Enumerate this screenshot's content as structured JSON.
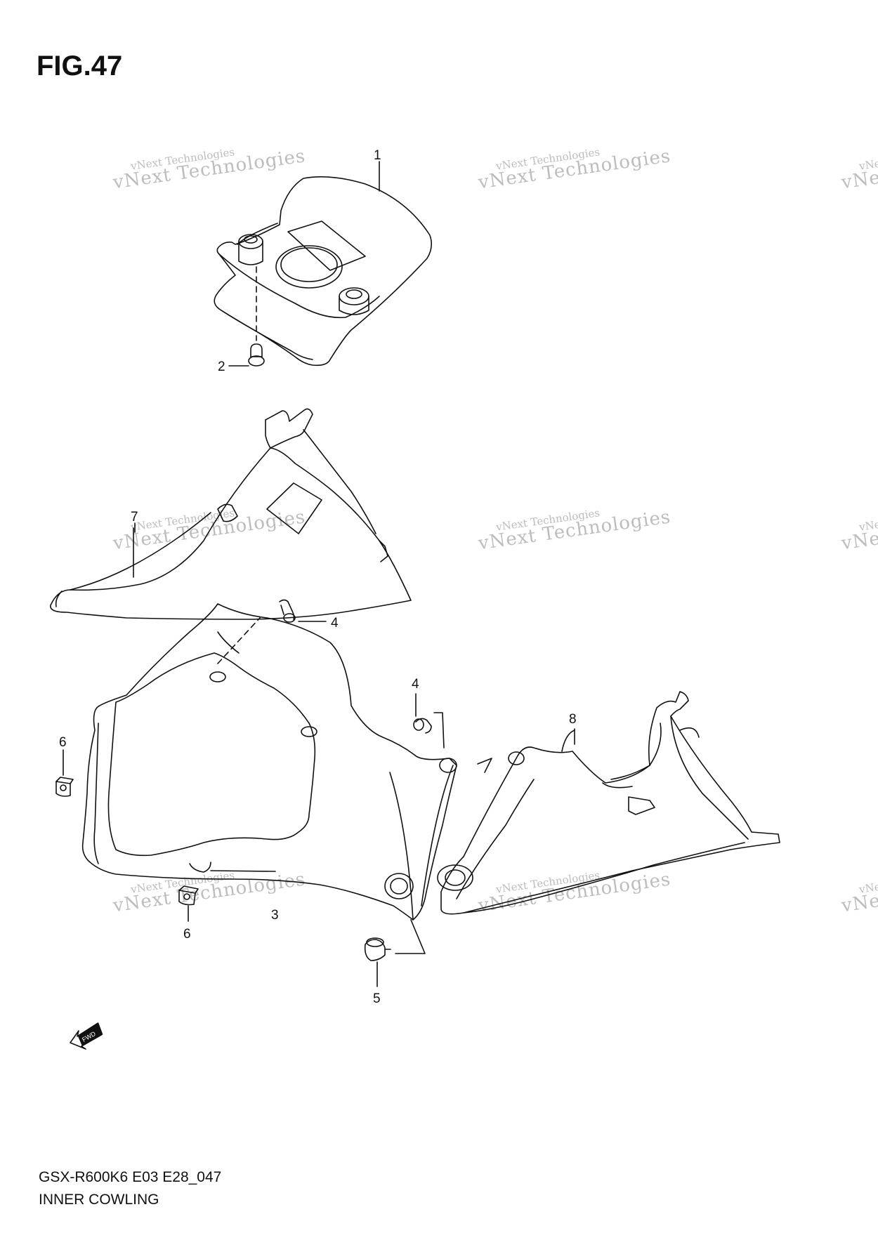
{
  "figure": {
    "title": "FIG.47",
    "code": "GSX-R600K6 E03 E28_047",
    "name": "INNER COWLING"
  },
  "watermark": {
    "line1": "vNext Technologies",
    "line2": "vNext Technologies",
    "color": "#bdbdbd"
  },
  "callouts": [
    {
      "id": "c1",
      "label": "1"
    },
    {
      "id": "c2",
      "label": "2"
    },
    {
      "id": "c3",
      "label": "3"
    },
    {
      "id": "c4a",
      "label": "4"
    },
    {
      "id": "c4b",
      "label": "4"
    },
    {
      "id": "c5",
      "label": "5"
    },
    {
      "id": "c6a",
      "label": "6"
    },
    {
      "id": "c6b",
      "label": "6"
    },
    {
      "id": "c7",
      "label": "7"
    },
    {
      "id": "c8",
      "label": "8"
    }
  ],
  "direction_badge": {
    "label": "FWD",
    "icon": "forward-arrow-icon"
  }
}
